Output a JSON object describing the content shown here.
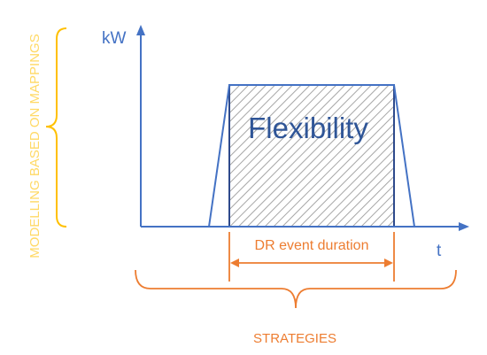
{
  "diagram": {
    "axes": {
      "y_label": "kW",
      "x_label": "t"
    },
    "box_label": "Flexibility",
    "duration_label": "DR event duration",
    "left_brace_label": "MODELLING BASED ON MAPPINGS",
    "bottom_brace_label": "STRATEGIES",
    "colors": {
      "axis_blue": "#4472C4",
      "box_text": "#2F5597",
      "hatch_gray": "#A6A6A6",
      "box_border": "#2E4A8C",
      "orange": "#ED7D31",
      "yellow": "#FFC000",
      "yellow_text": "#FFD966"
    }
  }
}
